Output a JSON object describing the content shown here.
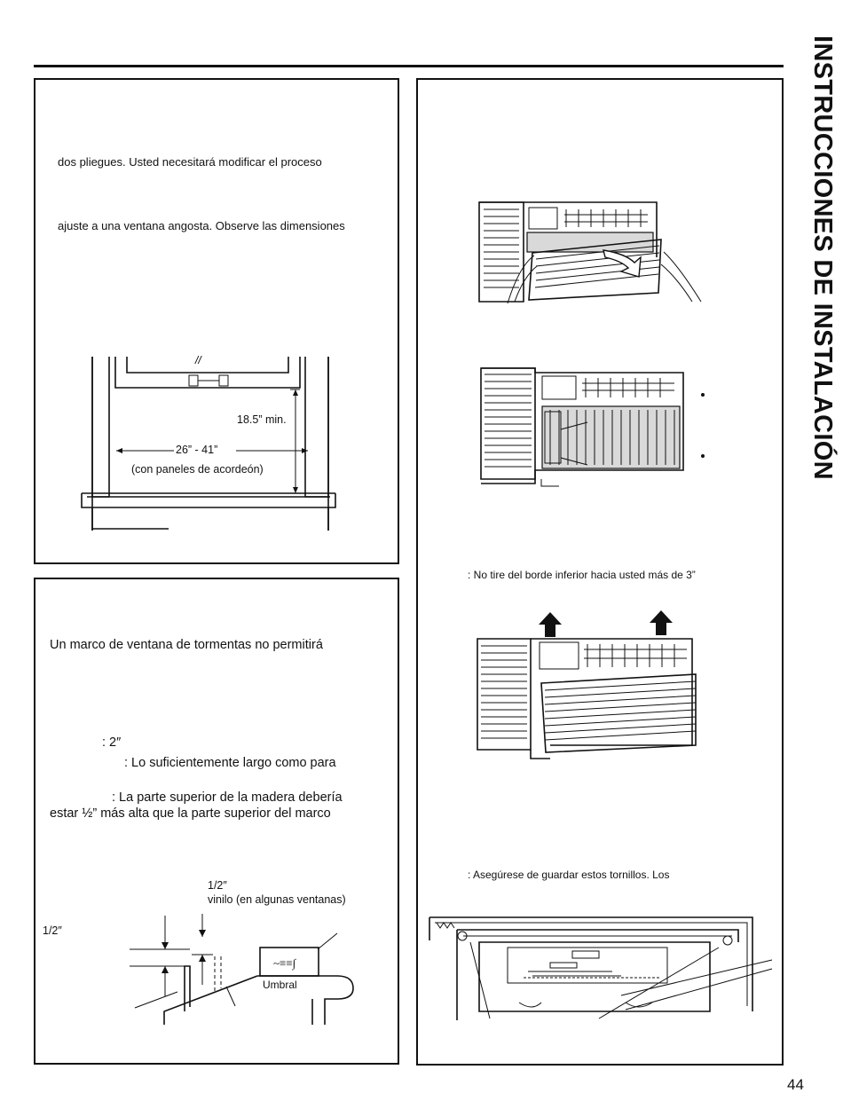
{
  "page": {
    "side_title": "INSTRUCCIONES DE INSTALACIÓN",
    "page_number": "44"
  },
  "left_top": {
    "line1": "dos pliegues. Usted necesitará modificar el proceso",
    "line2": "ajuste a una ventana angosta. Observe las dimensiones",
    "diagram": {
      "height_label": "18.5” min.",
      "width_label": "26” - 41”",
      "width_note": "(con paneles de acordeón)"
    }
  },
  "left_bottom": {
    "line1": "Un marco de ventana de tormentas no permitirá",
    "line2": ": 2″",
    "line3": ": Lo suficientemente largo como para",
    "line4": ":  La parte superior de la madera debería",
    "line5": "estar ½” más alta que la parte superior del marco",
    "diagram": {
      "top_label_1": "1/2″",
      "top_label_2": "vinilo (en algunas ventanas)",
      "left_label": "1/2″",
      "sill_label": "Umbral"
    }
  },
  "right": {
    "note1": ": No tire del borde inferior hacia usted más de 3”",
    "note2": ": Asegúrese de guardar estos tornillos. Los"
  }
}
